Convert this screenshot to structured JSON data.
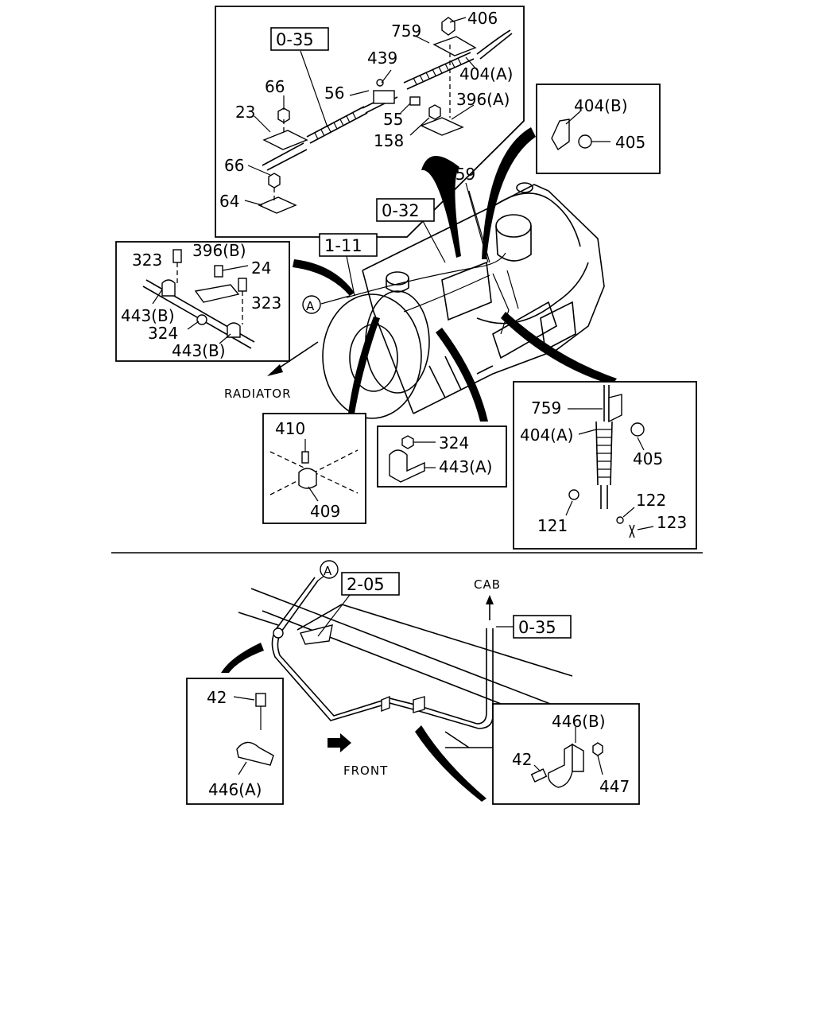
{
  "labels": {
    "ref_0_35_top": "0-35",
    "ref_0_32": "0-32",
    "ref_1_11": "1-11",
    "ref_2_05": "2-05",
    "ref_0_35_bottom": "0-35",
    "p406": "406",
    "p759_top": "759",
    "p439": "439",
    "p404a_top": "404(A)",
    "p66_a": "66",
    "p56": "56",
    "p396a": "396(A)",
    "p23": "23",
    "p55": "55",
    "p158": "158",
    "p66_b": "66",
    "p64": "64",
    "p404b": "404(B)",
    "p405_top": "405",
    "p759_mid": "759",
    "p323_a": "323",
    "p396b": "396(B)",
    "p24": "24",
    "p323_b": "323",
    "p443b_a": "443(B)",
    "p324_a": "324",
    "p443b_b": "443(B)",
    "callout_a_top": "A",
    "radiator": "RADIATOR",
    "p410": "410",
    "p409": "409",
    "p324_b": "324",
    "p443a": "443(A)",
    "p759_right": "759",
    "p404a_right": "404(A)",
    "p405_right": "405",
    "p122": "122",
    "p121": "121",
    "p123": "123",
    "callout_a_bottom": "A",
    "cab": "CAB",
    "front": "FRONT",
    "p42_a": "42",
    "p446a": "446(A)",
    "p446b": "446(B)",
    "p42_b": "42",
    "p447": "447"
  }
}
